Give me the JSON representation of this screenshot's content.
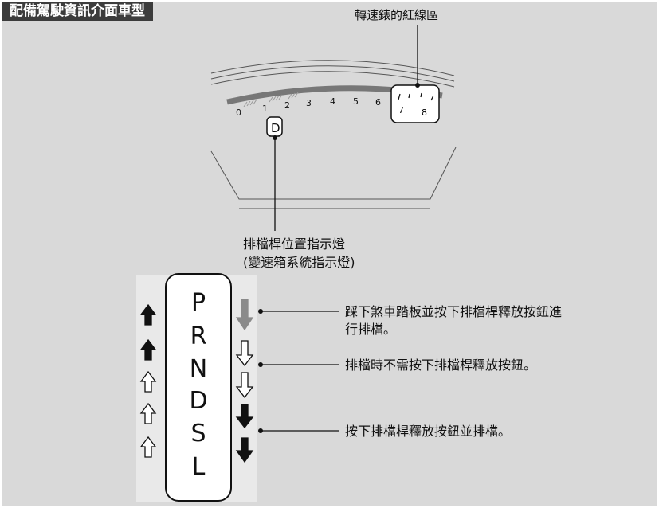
{
  "header": {
    "title": "配備駕駛資訊介面車型"
  },
  "callouts": {
    "redline_zone": "轉速錶的紅線區",
    "shift_position_indicator_line1": "排檔桿位置指示燈",
    "shift_position_indicator_line2": "(變速箱系統指示燈)",
    "note_press_brake_line1": "踩下煞車踏板並按下排檔桿釋放按鈕進",
    "note_press_brake_line2": "行排檔。",
    "note_no_button": "排檔時不需按下排檔桿釋放按鈕。",
    "note_press_button": "按下排檔桿釋放按鈕並排檔。"
  },
  "tachometer": {
    "ticks": [
      "0",
      "1",
      "2",
      "3",
      "4",
      "5",
      "6",
      "7",
      "8"
    ],
    "gear_indicator": "D"
  },
  "gear_selector": {
    "positions": [
      "P",
      "R",
      "N",
      "D",
      "S",
      "L"
    ]
  },
  "colors": {
    "background": "#d9d9d9",
    "header_bg": "#3c3c3c",
    "arrow_dark": "#111111",
    "arrow_gray": "#8a8a8a",
    "arrow_white": "#ffffff"
  }
}
